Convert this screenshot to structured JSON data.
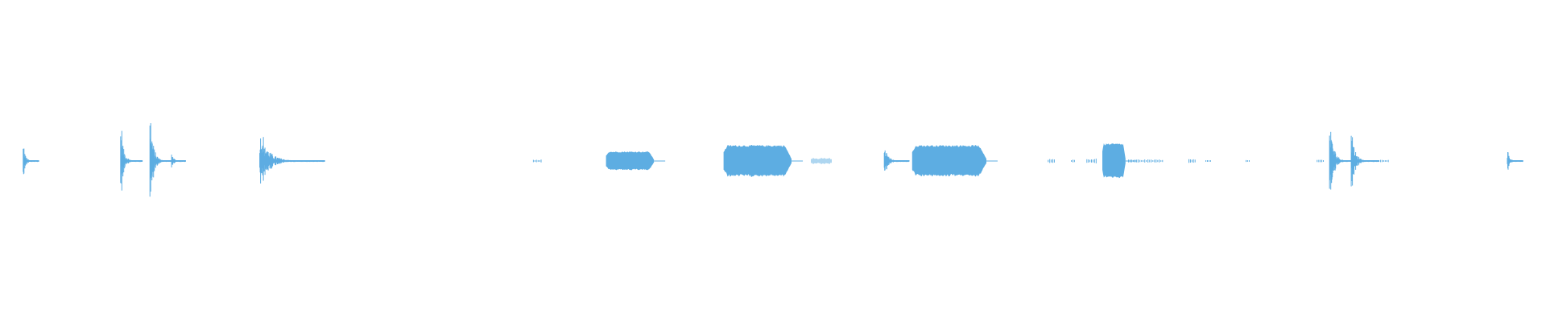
{
  "waveform": {
    "color": "#5DADE2",
    "background": "#FFFFFF",
    "segments": [
      {
        "type": "spike",
        "start": 0.015,
        "end": 0.025,
        "peak": 0.1
      },
      {
        "type": "spike",
        "start": 0.078,
        "end": 0.092,
        "peak": 0.2
      },
      {
        "type": "spike",
        "start": 0.097,
        "end": 0.112,
        "peak": 0.28
      },
      {
        "type": "spike",
        "start": 0.111,
        "end": 0.12,
        "peak": 0.05
      },
      {
        "type": "spike",
        "start": 0.168,
        "end": 0.21,
        "peak": 0.16
      },
      {
        "type": "dot",
        "start": 0.345,
        "end": 0.347,
        "peak": 0.01
      },
      {
        "type": "dot",
        "start": 0.348,
        "end": 0.35,
        "peak": 0.01
      },
      {
        "type": "block",
        "start": 0.392,
        "end": 0.423,
        "peak": 0.06
      },
      {
        "type": "block",
        "start": 0.468,
        "end": 0.512,
        "peak": 0.1
      },
      {
        "type": "dot",
        "start": 0.525,
        "end": 0.538,
        "peak": 0.02
      },
      {
        "type": "spike",
        "start": 0.572,
        "end": 0.588,
        "peak": 0.1
      },
      {
        "type": "block",
        "start": 0.59,
        "end": 0.638,
        "peak": 0.1
      },
      {
        "type": "dot",
        "start": 0.678,
        "end": 0.682,
        "peak": 0.015
      },
      {
        "type": "dot",
        "start": 0.693,
        "end": 0.695,
        "peak": 0.01
      },
      {
        "type": "dot",
        "start": 0.703,
        "end": 0.709,
        "peak": 0.015
      },
      {
        "type": "block",
        "start": 0.713,
        "end": 0.728,
        "peak": 0.11
      },
      {
        "type": "dot",
        "start": 0.73,
        "end": 0.752,
        "peak": 0.01
      },
      {
        "type": "dot",
        "start": 0.769,
        "end": 0.773,
        "peak": 0.012
      },
      {
        "type": "dot",
        "start": 0.78,
        "end": 0.783,
        "peak": 0.008
      },
      {
        "type": "dot",
        "start": 0.806,
        "end": 0.808,
        "peak": 0.008
      },
      {
        "type": "dot",
        "start": 0.852,
        "end": 0.856,
        "peak": 0.008
      },
      {
        "type": "spike",
        "start": 0.86,
        "end": 0.878,
        "peak": 0.24
      },
      {
        "type": "spike",
        "start": 0.874,
        "end": 0.892,
        "peak": 0.16
      },
      {
        "type": "dot",
        "start": 0.893,
        "end": 0.898,
        "peak": 0.008
      },
      {
        "type": "spike",
        "start": 0.975,
        "end": 0.985,
        "peak": 0.06
      }
    ]
  }
}
